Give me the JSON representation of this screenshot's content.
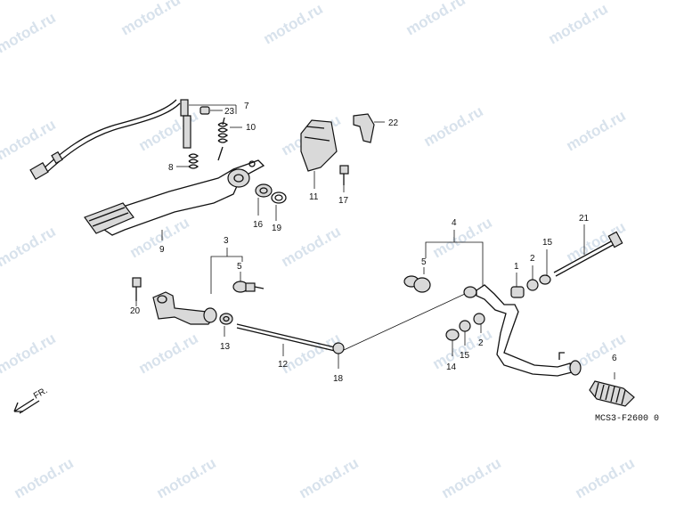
{
  "watermark": "motod.ru",
  "drawing_code": "MCS3-F2600 0",
  "front_label": "FR.",
  "callouts": {
    "c1": "1",
    "c2a": "2",
    "c2b": "2",
    "c3": "3",
    "c4": "4",
    "c5a": "5",
    "c5b": "5",
    "c6": "6",
    "c7": "7",
    "c8": "8",
    "c9": "9",
    "c10": "10",
    "c11": "11",
    "c12": "12",
    "c13": "13",
    "c14": "14",
    "c15a": "15",
    "c15b": "15",
    "c16": "16",
    "c17": "17",
    "c18": "18",
    "c19": "19",
    "c20": "20",
    "c21": "21",
    "c22": "22",
    "c23": "23"
  }
}
